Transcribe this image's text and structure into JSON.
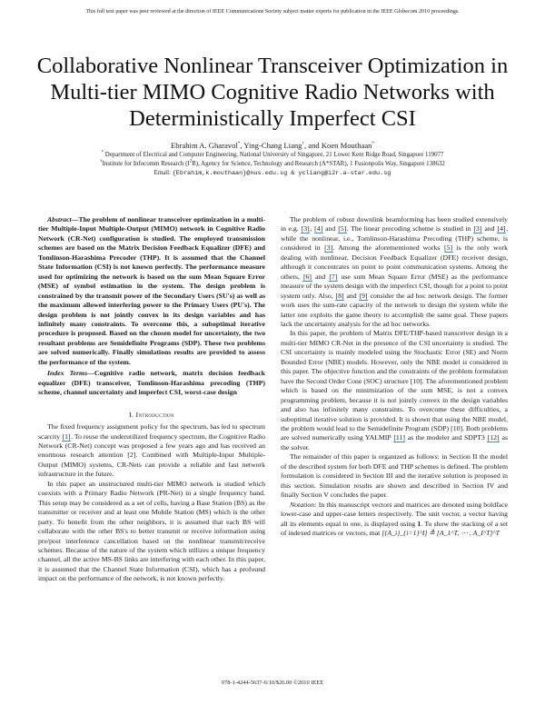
{
  "banner": "This full text paper was peer reviewed at the direction of IEEE Communications Society subject matter experts for publication in the IEEE Globecom 2010 proceedings.",
  "title": {
    "line1": "Collaborative Nonlinear Transceiver Optimization in",
    "line2": "Multi-tier MIMO Cognitive Radio Networks with",
    "line3": "Deterministically Imperfect CSI"
  },
  "authors": {
    "a1": "Ebrahim A. Gharavol",
    "a1_mark": "*",
    "sep1": ", ",
    "a2": "Ying-Chang Liang",
    "a2_mark": "†",
    "sep2": ", and ",
    "a3": "Koen Mouthaan",
    "a3_mark": "*"
  },
  "affiliations": {
    "aff1_mark": "*",
    "aff1": " Department of Electrical and Computer Engineering, National University of Singapore, 21 Lower Kent Ridge Road, Singapore 119077",
    "aff2_mark": "†",
    "aff2_a": "Institute for Infocomm Research (I",
    "aff2_sup": "2",
    "aff2_b": "R), Agency for Science, Technology and Research (A*STAR), 1 Fusionpolis Way, Singapore 138632",
    "email_label": "Email: ",
    "email": "{Ebrahim,k.mouthaan}@nus.edu.sg & ycliang@i2r.a-star.edu.sg"
  },
  "abstract": {
    "label": "Abstract",
    "dash": "—",
    "text": "The problem of nonlinear transceiver optimization in a multi-tier Multiple-Input Multiple-Output (MIMO) network in Cognitive Radio Network (CR-Net) configuration is studied. The employed transmission schemes are based on the Matrix Decision Feedback Equalizer (DFE) and Tomlinson-Harashima Precoder (THP). It is assumed that the Channel State Information (CSI) is not known perfectly. The performance measure used for optimizing the network is based on the sum Mean Square Error (MSE) of symbol estimation in the system. The design problem is constrained by the transmit power of the Secondary Users (SU's) as well as the maximum allowed interfering power to the Primary Users (PU's). The design problem is not jointly convex in its design variables and has infinitely many constraints. To overcome this, a suboptimal iterative procedure is proposed. Based on the chosen model for uncertainty, the two resultant problems are Semidefinite Programs (SDP). These two problems are solved numerically. Finally simulations results are provided to assess the performance of the system."
  },
  "index_terms": {
    "label": "Index Terms",
    "dash": "—",
    "text": "Cognitive radio network, matrix decision feedback equalizer (DFE) transceiver, Tomlinson-Harashima precoding (THP) scheme, channel uncertainty and imperfect CSI, worst-case design"
  },
  "section1": {
    "number": "I. ",
    "title": "Introduction"
  },
  "intro": {
    "p1_a": "The fixed frequency assignment policy for the spectrum, has led to spectrum scarcity ",
    "p1_ref1": "[1]",
    "p1_b": ". To reuse the underutilized frequency spectrum, the Cognitive Radio Network (CR-Net) concept was proposed a few years ago and has received an enormous research attention [2]. Combined with Multiple-Input Multiple-Output (MIMO) systems, CR-Nets can provide a reliable and fast network infrastructure in the future.",
    "p2": "In this paper an unstructured multi-tier MIMO network is studied which coexists with a Primary Radio Network (PR-Net) in a single frequency band. This setup may be considered as a set of cells, having a Base Station (BS) as the transmitter or receiver and at least one Mobile Station (MS) which is the other party. To benefit from the other neighbors, it is assumed that each BS will collaborate with the other BS's to better transmit or receive information using pre/post interference cancellation based on the nonlinear transmit/receive schemes. Because of the nature of the system which utilizes a unique frequency channel, all the active MS-BS links are interfering with each other. In this paper, it is assumed that the Channel State Information (CSI), which has a profound impact on the performance of the network, is not known perfectly.",
    "p3_a": "The problem of robust downlink beamforming has been studied extensively in e.g. ",
    "p3_ref3": "[3]",
    "p3_c1": ", ",
    "p3_ref4": "[4]",
    "p3_c2": " and ",
    "p3_ref5": "[5]",
    "p3_b": ". The linear precoding scheme is studied in ",
    "p3_ref3b": "[3]",
    "p3_c3": " and ",
    "p3_ref4b": "[4]",
    "p3_c": ", while the nonlinear, i.e., Tomlinson-Harashima Precoding (THP) scheme, is considered in ",
    "p3_ref3c": "[3]",
    "p3_d": ". Among the aforementioned works ",
    "p3_ref5b": "[5]",
    "p3_e": " is the only work dealing with nonlinear, Decision Feedback Equalizer (DFE) receiver design, although it concentrates on point to point communication systems. Among the others, ",
    "p3_ref6": "[6]",
    "p3_c4": " and ",
    "p3_ref7": "[7]",
    "p3_f": " use sum Mean Square Error (MSE) as the performance measure of the system design with the imperfect CSI, though for a point to point system only. Also, ",
    "p3_ref8": "[8]",
    "p3_c5": " and ",
    "p3_ref9": "[9]",
    "p3_g": " consider the ad hoc network design. The former work uses the sum-rate capacity of the network to design the system while the latter one exploits the game theory to accomplish the same goal. These papers lack the uncertainty analysis for the ad hoc networks.",
    "p4_a": "In this paper, the problem of Matrix DFE/THP-based transceiver design in a multi-tier MIMO CR-Net in the presence of the CSI uncertainty is studied. The CSI uncertainty is mainly modeled using the Stochastic Error (SE) and Norm Bounded Error (NBE) models. However, only the NBE model is considered in this paper. The objective function and the constraints of the problem formulation have the Second Order Cone (SOC) structure [10]. The aforementioned problem which is based on the minimization of the sum MSE, is not a convex programming problem, because it is not jointly convex in the design variables and also has infinitely many constraints. To overcome these difficulties, a suboptimal iterative solution is provided. It is shown that using the NBE model, the problem would lead to the Semidefinite Program (SDP) [10]. Both problems are solved numerically using YALMIP ",
    "p4_ref11": "[11]",
    "p4_b": " as the modeler and SDPT3 ",
    "p4_ref12": "[12]",
    "p4_c": " as the solver.",
    "p5": "The remainder of this paper is organized as follows: in Section II the model of the described system for both DFE and THP schemes is defined. The problem formulation is considered in Section III and the iterative solution is proposed in this section. Simulation results are shown and described in Section IV and finally Section V concludes the paper.",
    "p6_label": "Notation:",
    "p6_a": " In this manuscript vectors and matrices are denoted using boldface lower-case and upper-case letters respectively. The unit vector, a vector having all its elements equal to one, is displayed using ",
    "p6_one": "1",
    "p6_b": ". To show the stacking of a set of indexed matrices or vectors, mat ",
    "p6_math": "[{A_i}_{i=1}^I] ≜ [A_1^T, ⋯ , A_I^T]^T"
  },
  "footer": "978-1-4244-5637-6/10/$26.00 ©2010 IEEE",
  "colors": {
    "text": "#1a1a1a",
    "ref_underline": "#3b8fd6"
  }
}
